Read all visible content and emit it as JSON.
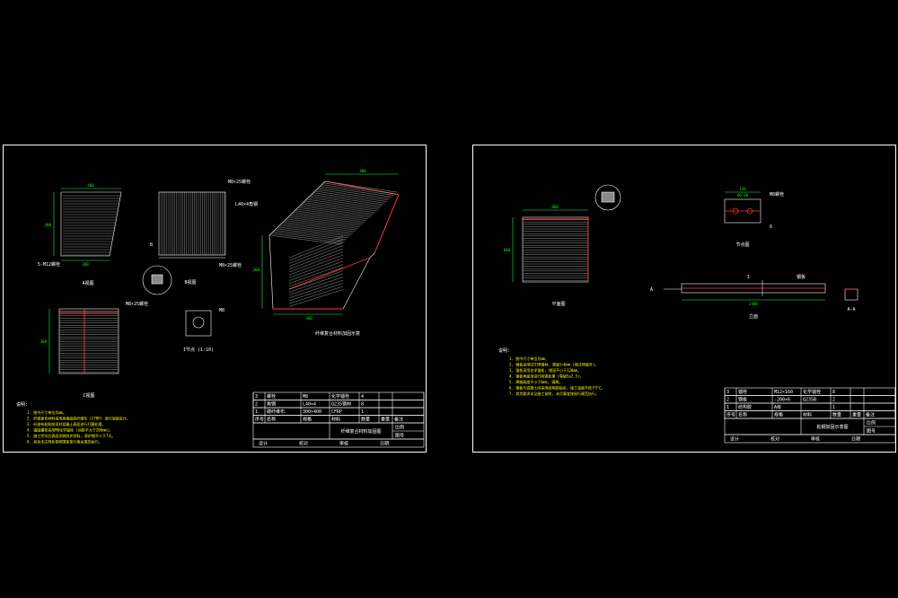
{
  "colors": {
    "background": "#000000",
    "line": "#ffffff",
    "dim": "#00ff66",
    "accent": "#ff3333",
    "note": "#ffff00",
    "hatch": "#dddddd"
  },
  "left": {
    "views": [
      {
        "id": "front",
        "caption": "A视图"
      },
      {
        "id": "top",
        "caption": "B视图"
      },
      {
        "id": "iso",
        "caption": "纤维复合材料加固示意"
      },
      {
        "id": "side",
        "caption": "C视图"
      },
      {
        "id": "detail",
        "caption": "I节点 (1:10)"
      }
    ],
    "dims": {
      "front_top": "400",
      "front_side": "300",
      "front_bottom": "300",
      "side_side": "300",
      "iso_top": "400",
      "iso_side": "300",
      "iso_bottom": "300"
    },
    "callouts": {
      "front_bl": "5-M12螺栓",
      "top_r1": "M8×25螺栓",
      "top_r2": "L40×4角钢",
      "top_r3": "M8×25螺栓",
      "top_bl": "8",
      "side_r": "M8×25螺栓",
      "detail": "M8"
    },
    "notes_title": "说明:",
    "notes": [
      "1.  图中尺寸单位为mm。",
      "2.  纤维复合材料采用高强度碳纤维布 (CFRP) 进行加固设计。",
      "3.  纤维布粘贴前须对混凝土表面进行打磨处理。",
      "4.  锚固螺栓采用M8化学锚栓 (间距不大于200mm)。",
      "5.  施工完毕后表面涂刷防护涂料, 养护期不少于7天。",
      "6.  其余未注明处参照国家现行相关规范执行。"
    ],
    "title_block": {
      "rows": [
        [
          "3",
          "螺栓",
          "M8",
          "化学锚栓",
          "4",
          "",
          ""
        ],
        [
          "2",
          "角钢",
          "L40×4",
          "Q235钢材",
          "8",
          "",
          ""
        ],
        [
          "1",
          "碳纤维布",
          "300×400",
          "CFRP",
          "1",
          "",
          ""
        ]
      ],
      "header": [
        "序号",
        "名称",
        "规格",
        "材料",
        "数量",
        "重量",
        "备注"
      ],
      "drawing_name": "纤维复合材料加固图",
      "scale": "比例",
      "sheet_no": "图号",
      "footer": [
        "设计",
        "校对",
        "审核",
        "日期"
      ]
    }
  },
  "right": {
    "views": [
      {
        "id": "plan",
        "caption": "平面图"
      },
      {
        "id": "node",
        "caption": "节点图"
      },
      {
        "id": "elev",
        "caption": "立面"
      },
      {
        "id": "sec",
        "caption": "A-A"
      }
    ],
    "dims": {
      "plan_top": "800",
      "plan_side": "600",
      "node_top": "120",
      "node_inner": "60 60",
      "elev_len": "2400"
    },
    "callouts": {
      "node_r1": "M8螺栓",
      "node_r2": "6",
      "elev_a": "A",
      "elev_mid": "1",
      "elev_r": "钢板"
    },
    "notes_title": "说明:",
    "notes": [
      "1.  图中尺寸单位为mm。",
      "2.  钢板采用Q235B钢材, 厚度t=6mm (除注明者外)。",
      "3.  锚栓采用化学锚栓, 埋深不小于120mm。",
      "4.  钢板表面须进行除锈处理 (等级Sa2.5)。",
      "5.  焊缝高度不小于6mm, 满焊。",
      "6.  钢板与混凝土间采用结构胶粘结, 施工温度不低于5℃。",
      "7.  其余要求详见施工说明, 未尽事宜按现行规范执行。"
    ],
    "title_block": {
      "rows": [
        [
          "3",
          "锚栓",
          "M12×160",
          "化学锚栓",
          "8",
          "",
          ""
        ],
        [
          "2",
          "钢板",
          "-200×6",
          "Q235B",
          "2",
          "",
          ""
        ],
        [
          "1",
          "结构胶",
          "A级",
          "",
          "1",
          "",
          ""
        ]
      ],
      "header": [
        "序号",
        "名称",
        "规格",
        "材料",
        "数量",
        "重量",
        "备注"
      ],
      "drawing_name": "粘钢加固示意图",
      "scale": "比例",
      "sheet_no": "图号",
      "footer": [
        "设计",
        "校对",
        "审核",
        "日期"
      ]
    }
  }
}
